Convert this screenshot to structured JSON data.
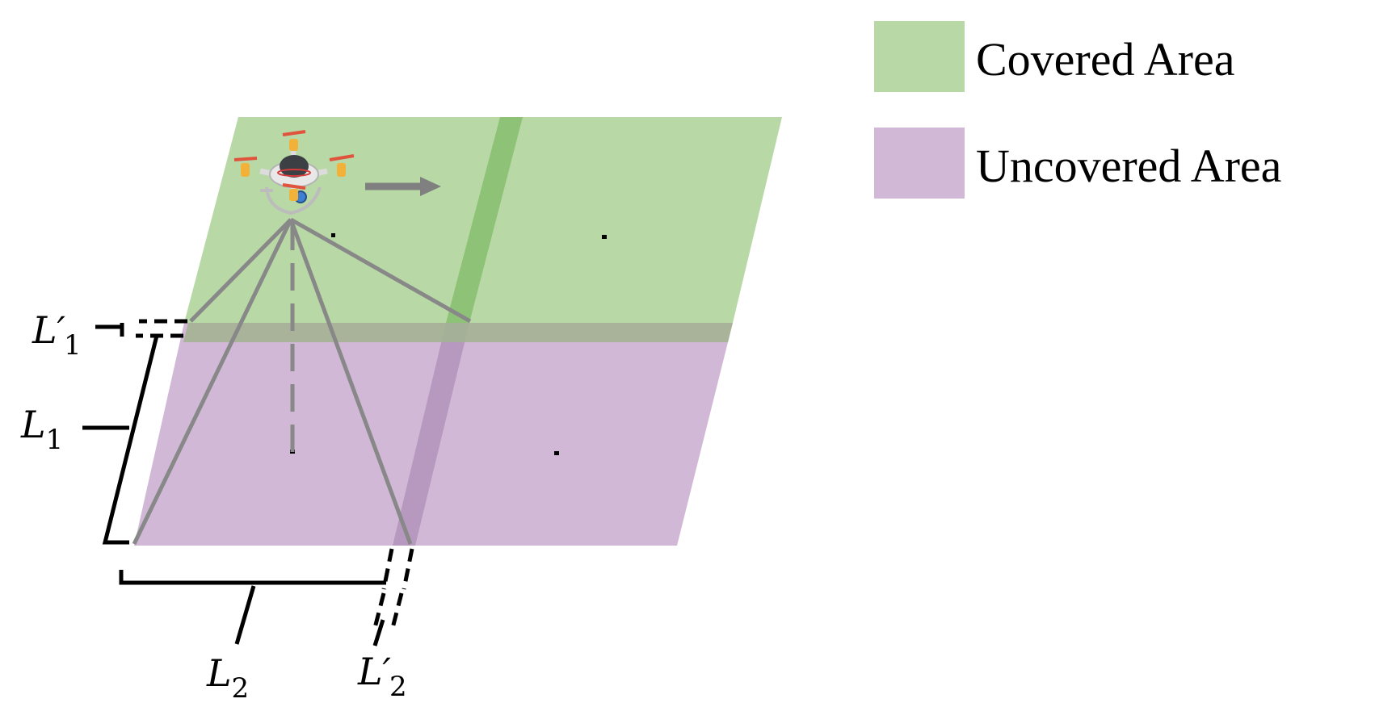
{
  "colors": {
    "covered": "#b8d8a6",
    "covered_overlap": "#8dc277",
    "uncovered": "#d0b8d6",
    "uncovered_overlap": "#b799c0",
    "overlap_band": "#a3b394",
    "fov_lines": "#888888",
    "arrow": "#808080"
  },
  "legend": [
    {
      "label": "Covered Area",
      "color": "#b8d8a6"
    },
    {
      "label": "Uncovered Area",
      "color": "#d0b8d6"
    }
  ],
  "labels": {
    "l1_prime": {
      "main": "L′",
      "sub": "1"
    },
    "l1": {
      "main": "L",
      "sub": "1"
    },
    "l2": {
      "main": "L",
      "sub": "2"
    },
    "l2_prime": {
      "main": "L′",
      "sub": "2"
    }
  },
  "icons": {
    "drone": "quadcopter-drone-icon",
    "direction": "right-arrow-icon"
  }
}
